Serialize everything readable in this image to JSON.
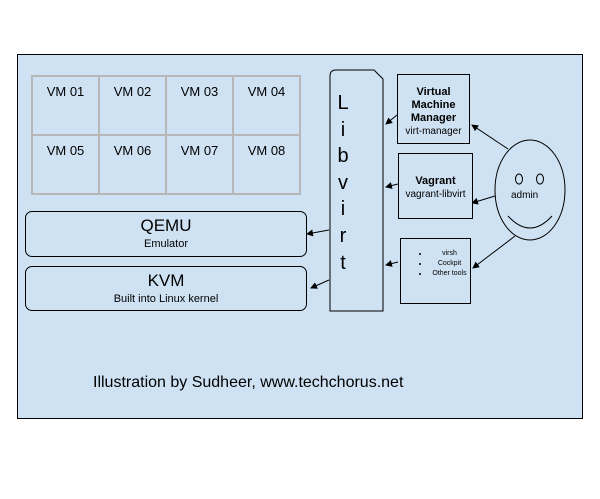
{
  "vms": [
    "VM 01",
    "VM 02",
    "VM 03",
    "VM 04",
    "VM 05",
    "VM 06",
    "VM 07",
    "VM 08"
  ],
  "qemu": {
    "title": "QEMU",
    "subtitle": "Emulator"
  },
  "kvm": {
    "title": "KVM",
    "subtitle": "Built into Linux kernel"
  },
  "libvirt": {
    "letters": [
      "L",
      "i",
      "b",
      "v",
      "i",
      "r",
      "t"
    ]
  },
  "vmm": {
    "title": "Virtual Machine Manager",
    "subtitle": "virt-manager"
  },
  "vagrant": {
    "title": "Vagrant",
    "subtitle": "vagrant-libvirt"
  },
  "tools": [
    "virsh",
    "Cockpit",
    "Other tools"
  ],
  "admin": {
    "label": "admin"
  },
  "caption": "Illustration by Sudheer, www.techchorus.net"
}
